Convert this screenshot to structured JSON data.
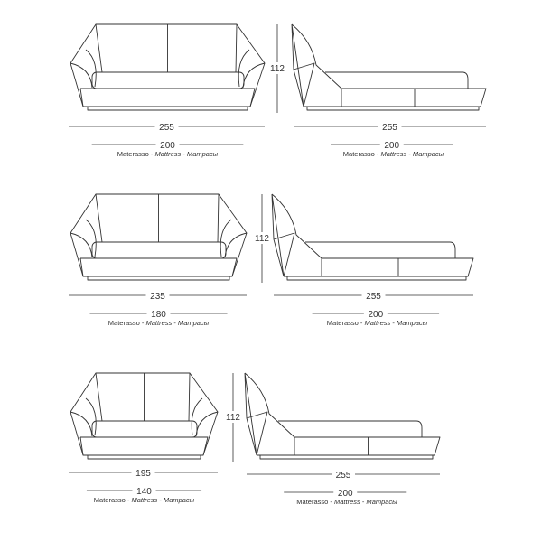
{
  "rows": [
    {
      "name": "bed-255x200",
      "front_width": "255",
      "mattress_width": "200",
      "height": "112",
      "side_length": "255",
      "side_mattress_length": "200",
      "front_label": {
        "it": "Materasso",
        "en": "Mattress",
        "ru": "Матрасы"
      },
      "side_label": {
        "it": "Materasso",
        "en": "Mattress",
        "ru": "Матрасы"
      }
    },
    {
      "name": "bed-235x180",
      "front_width": "235",
      "mattress_width": "180",
      "height": "112",
      "side_length": "255",
      "side_mattress_length": "200",
      "front_label": {
        "it": "Materasso",
        "en": "Mattress",
        "ru": "Матрасы"
      },
      "side_label": {
        "it": "Materasso",
        "en": "Mattress",
        "ru": "Матрасы"
      }
    },
    {
      "name": "bed-195x140",
      "front_width": "195",
      "mattress_width": "140",
      "height": "112",
      "side_length": "255",
      "side_mattress_length": "200",
      "front_label": {
        "it": "Materasso",
        "en": "Mattress",
        "ru": "Матрасы"
      },
      "side_label": {
        "it": "Materasso",
        "en": "Mattress",
        "ru": "Матрасы"
      }
    }
  ],
  "separator": " - "
}
